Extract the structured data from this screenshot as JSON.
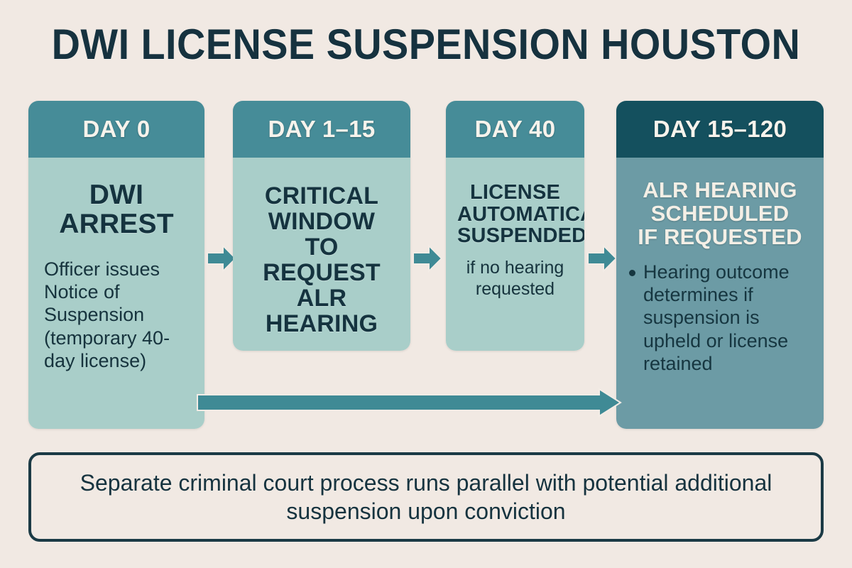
{
  "title": "DWI LICENSE SUSPENSION HOUSTON",
  "colors": {
    "background": "#f1e9e3",
    "title_text": "#16323f",
    "header_teal": "#468c98",
    "header_dark_teal": "#14505e",
    "body_light": "#a9cec9",
    "body_mid": "#6c9ba5",
    "arrow_teal": "#3f8a95",
    "banner_border": "#1b3a45",
    "dark_text": "#16333d",
    "cream_text": "#f4efe6"
  },
  "timeline": {
    "cards": [
      {
        "id": "day-0",
        "header": "DAY 0",
        "title": "DWI\nARREST",
        "body": "Officer issues Notice of Suspension (temporary 40-day license)",
        "bullets": []
      },
      {
        "id": "day-1-15",
        "header": "DAY 1–15",
        "title": "CRITICAL\nWINDOW\nTO REQUEST\nALR HEARING",
        "body": "",
        "bullets": []
      },
      {
        "id": "day-40",
        "header": "DAY 40",
        "title": "LICENSE\nAUTOMATICALLY\nSUSPENDED",
        "body": "if no hearing requested",
        "bullets": []
      },
      {
        "id": "day-15-120",
        "header": "DAY 15–120",
        "title": "ALR HEARING\nSCHEDULED\nIF REQUESTED",
        "body": "",
        "bullets": [
          "Hearing outcome determines if suspension is upheld or license retained"
        ]
      }
    ],
    "arrows": [
      {
        "id": "arrow-day0-to-day1",
        "icon": "arrow-right-icon"
      },
      {
        "id": "arrow-day1-to-day40",
        "icon": "arrow-right-icon"
      },
      {
        "id": "arrow-day40-to-hearing",
        "icon": "arrow-right-icon"
      },
      {
        "id": "arrow-day0-to-hearing-bypass",
        "icon": "long-arrow-right-icon"
      }
    ]
  },
  "footer": {
    "note": "Separate criminal court process runs parallel with potential additional suspension upon conviction"
  }
}
